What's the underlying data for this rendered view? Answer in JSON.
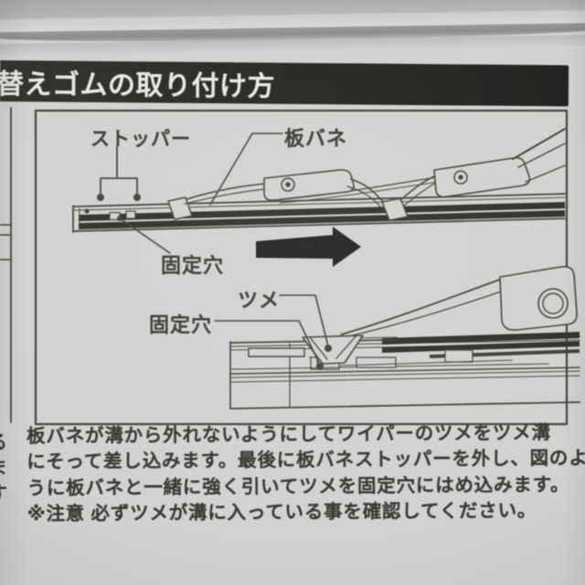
{
  "title_bar": {
    "title": "替えゴムの取り付け方"
  },
  "diagram": {
    "labels": {
      "stopper": "ストッパー",
      "leaf_spring": "板バネ",
      "fixing_hole_upper": "固定穴",
      "claw": "ツメ",
      "fixing_hole_lower": "固定穴"
    },
    "arrow_icon": "right-arrow"
  },
  "body": {
    "lines": [
      "板バネが溝から外れないようにしてワイパーのツメをツメ溝",
      "にそって差し込みます。最後に板バネストッパーを外し、図のよ",
      "うに板バネと一緒に強く引いてツメを固定穴にはめ込みます。",
      "※注意 必ずツメが溝に入っている事を確認してください。"
    ]
  },
  "edge_fragments": {
    "chars": [
      "る",
      "ま",
      "す"
    ]
  },
  "colors": {
    "panel": "#d3d2d0",
    "title_bg": "#2a2925",
    "title_fg": "#e8e7e4",
    "line_art": "#474540",
    "dark_band": "#33312c",
    "body_text": "#3a3835"
  }
}
